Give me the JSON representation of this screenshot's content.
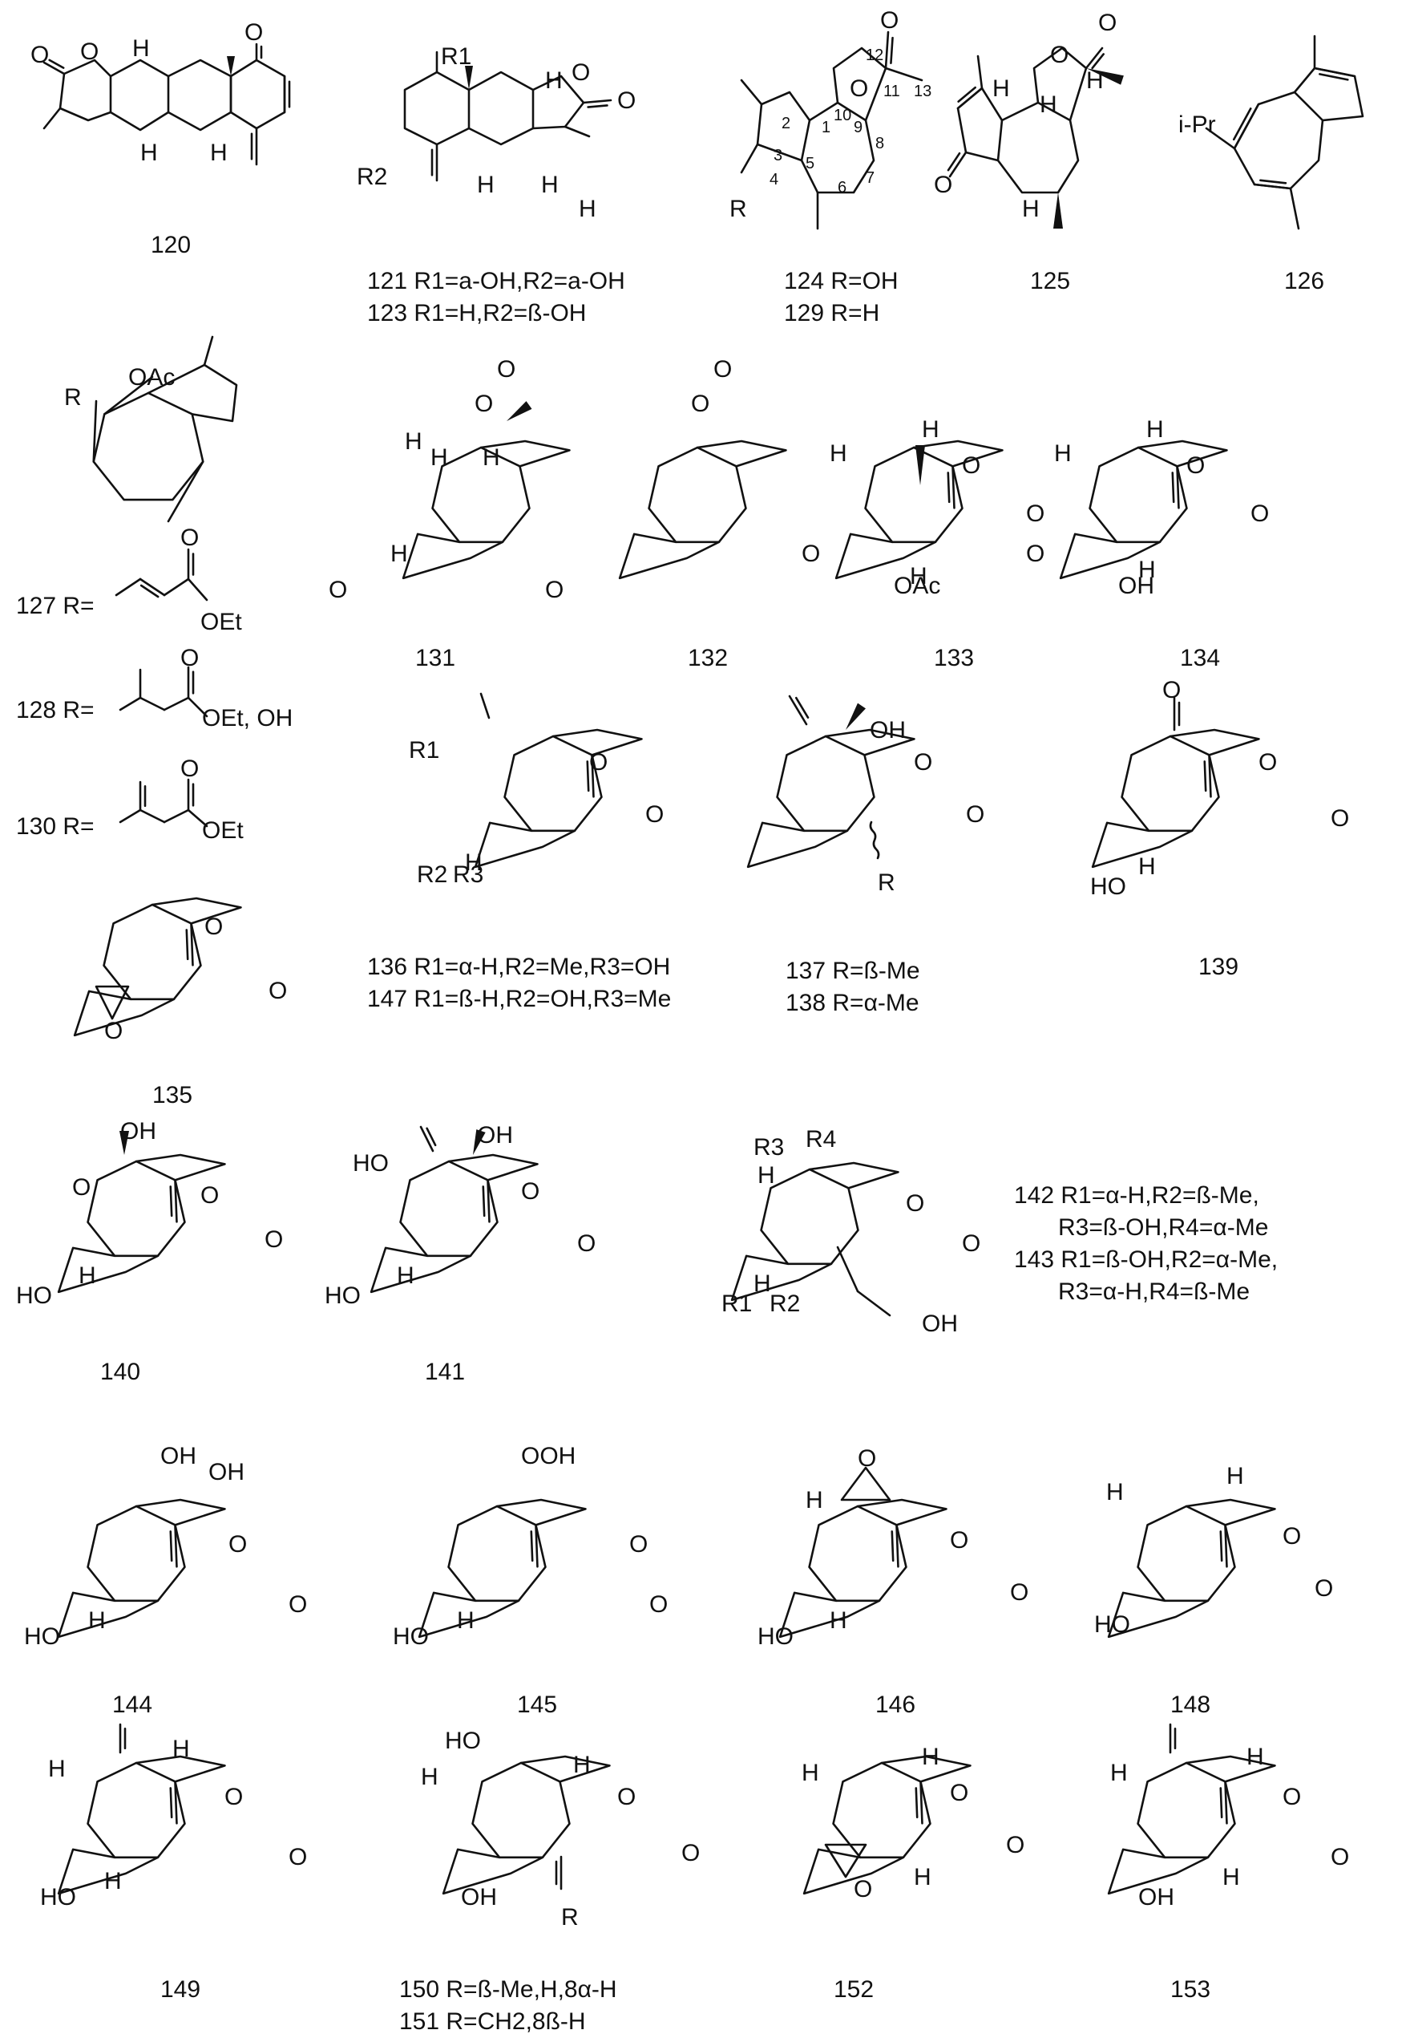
{
  "compounds": [
    {
      "id": "120",
      "caption": [
        "120"
      ],
      "atoms": [
        "O",
        "O",
        "O",
        "H",
        "H",
        "H"
      ]
    },
    {
      "id": "121",
      "caption": [
        "121  R1=a-OH,R2=a-OH",
        "123  R1=H,R2=ß-OH"
      ],
      "atoms": [
        "R1",
        "R2",
        "H",
        "H",
        "H",
        "H",
        "O",
        "O"
      ]
    },
    {
      "id": "124",
      "caption": [
        "124  R=OH",
        "129  R=H"
      ],
      "atoms": [
        "O",
        "O",
        "R"
      ],
      "numbers": [
        "1",
        "2",
        "3",
        "4",
        "5",
        "6",
        "7",
        "8",
        "9",
        "10",
        "11",
        "12",
        "13"
      ]
    },
    {
      "id": "125",
      "caption": [
        "125"
      ],
      "atoms": [
        "O",
        "O",
        "O",
        "H",
        "H",
        "H",
        "H"
      ]
    },
    {
      "id": "126",
      "caption": [
        "126"
      ],
      "atoms": [
        "i-Pr"
      ]
    },
    {
      "id": "127",
      "caption": [
        "127  R="
      ],
      "atoms": [
        "OAc",
        "R",
        "O",
        "OEt"
      ]
    },
    {
      "id": "128",
      "caption": [
        "128  R="
      ],
      "atoms": [
        "O",
        "OEt,  OH"
      ]
    },
    {
      "id": "130",
      "caption": [
        "130  R="
      ],
      "atoms": [
        "O",
        "OEt"
      ]
    },
    {
      "id": "131",
      "caption": [
        "131"
      ],
      "atoms": [
        "O",
        "O",
        "O",
        "H",
        "H",
        "H",
        "H"
      ]
    },
    {
      "id": "132",
      "caption": [
        "132"
      ],
      "atoms": [
        "O",
        "O",
        "O"
      ]
    },
    {
      "id": "133",
      "caption": [
        "133"
      ],
      "atoms": [
        "H",
        "H",
        "O",
        "O",
        "O",
        "OAc",
        "H"
      ]
    },
    {
      "id": "134",
      "caption": [
        "134"
      ],
      "atoms": [
        "H",
        "H",
        "O",
        "O",
        "O",
        "OH",
        "H"
      ]
    },
    {
      "id": "136",
      "caption": [
        "136  R1=α-H,R2=Me,R3=OH",
        "147  R1=ß-H,R2=OH,R3=Me"
      ],
      "atoms": [
        "R1",
        "O",
        "O",
        "R2",
        "R3",
        "H"
      ]
    },
    {
      "id": "137",
      "caption": [
        "137  R=ß-Me",
        "138  R=α-Me"
      ],
      "atoms": [
        "OH",
        "O",
        "O",
        "R"
      ]
    },
    {
      "id": "139",
      "caption": [
        "139"
      ],
      "atoms": [
        "O",
        "O",
        "O",
        "HO",
        "H"
      ]
    },
    {
      "id": "135",
      "caption": [
        "135"
      ],
      "atoms": [
        "O",
        "O",
        "O"
      ]
    },
    {
      "id": "140",
      "caption": [
        "140"
      ],
      "atoms": [
        "OH",
        "O",
        "O",
        "O",
        "HO",
        "H"
      ]
    },
    {
      "id": "141",
      "caption": [
        "141"
      ],
      "atoms": [
        "HO",
        "OH",
        "O",
        "O",
        "HO",
        "H"
      ]
    },
    {
      "id": "142",
      "caption": [
        "142  R1=α-H,R2=ß-Me,",
        "R3=ß-OH,R4=α-Me",
        "143  R1=ß-OH,R2=α-Me,",
        "R3=α-H,R4=ß-Me"
      ],
      "atoms": [
        "R3",
        "R4",
        "H",
        "O",
        "O",
        "R1",
        "R2",
        "H",
        "OH"
      ]
    },
    {
      "id": "144",
      "caption": [
        "144"
      ],
      "atoms": [
        "OH",
        "OH",
        "O",
        "O",
        "HO",
        "H"
      ]
    },
    {
      "id": "145",
      "caption": [
        "145"
      ],
      "atoms": [
        "OOH",
        "O",
        "O",
        "HO",
        "H"
      ]
    },
    {
      "id": "146",
      "caption": [
        "146"
      ],
      "atoms": [
        "O",
        "H",
        "O",
        "O",
        "HO",
        "H"
      ]
    },
    {
      "id": "148",
      "caption": [
        "148"
      ],
      "atoms": [
        "H",
        "H",
        "O",
        "O",
        "HO"
      ]
    },
    {
      "id": "149",
      "caption": [
        "149"
      ],
      "atoms": [
        "H",
        "H",
        "O",
        "O",
        "HO",
        "H"
      ]
    },
    {
      "id": "150",
      "caption": [
        "150  R=ß-Me,H,8α-H",
        "151  R=CH2,8ß-H"
      ],
      "atoms": [
        "HO",
        "H",
        "H",
        "O",
        "O",
        "R",
        "OH"
      ]
    },
    {
      "id": "152",
      "caption": [
        "152"
      ],
      "atoms": [
        "H",
        "H",
        "O",
        "O",
        "O",
        "H"
      ]
    },
    {
      "id": "153",
      "caption": [
        "153"
      ],
      "atoms": [
        "H",
        "H",
        "O",
        "O",
        "OH",
        "H"
      ]
    }
  ]
}
